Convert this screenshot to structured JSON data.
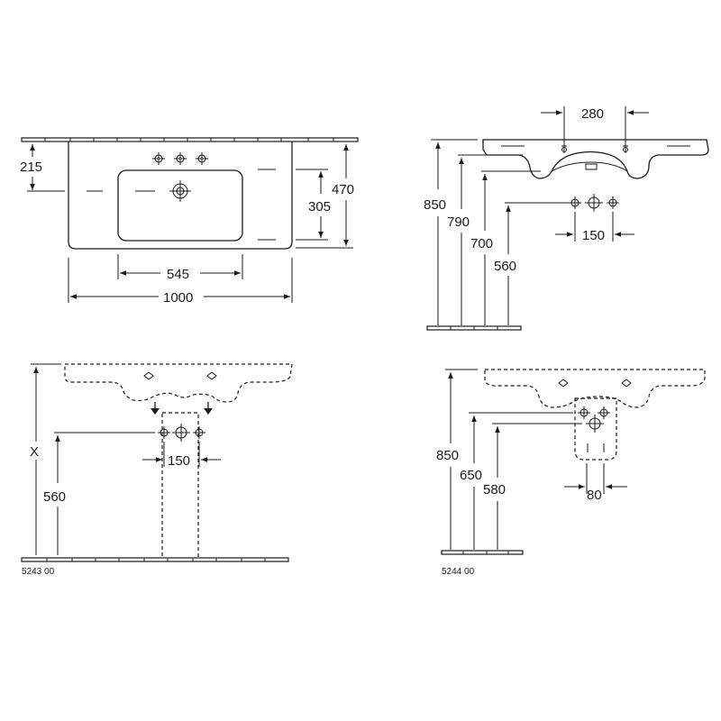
{
  "top_view": {
    "dim_215": "215",
    "dim_470": "470",
    "dim_305": "305",
    "dim_545": "545",
    "dim_1000": "1000"
  },
  "side_view": {
    "dim_280": "280",
    "dim_850": "850",
    "dim_790": "790",
    "dim_700": "700",
    "dim_560": "560",
    "dim_150": "150"
  },
  "front_view_pedestal": {
    "dim_x": "X",
    "dim_560": "560",
    "dim_150": "150",
    "product_code": "5243 00"
  },
  "front_view_semi_pedestal": {
    "dim_850": "850",
    "dim_650": "650",
    "dim_580": "580",
    "dim_80": "80",
    "product_code": "5244 00"
  }
}
